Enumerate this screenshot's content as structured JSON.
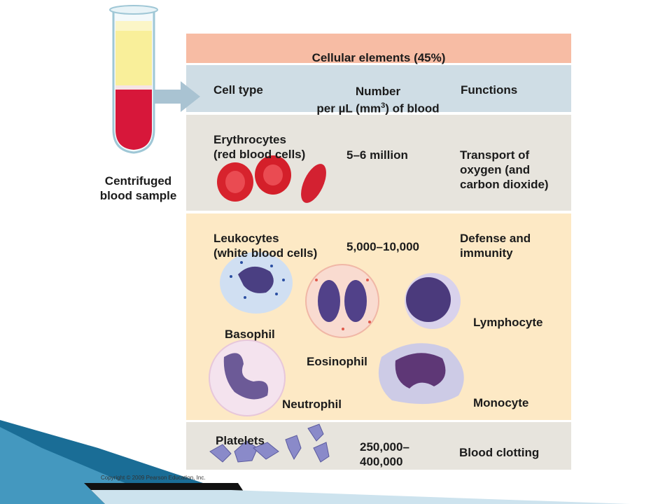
{
  "tube": {
    "label": "Centrifuged blood sample"
  },
  "table": {
    "title": "Cellular elements (45%)",
    "col_cell_type": "Cell type",
    "col_number_line1": "Number",
    "col_number_line2": "per µL (mm",
    "col_number_sup": "3",
    "col_number_line2_end": ") of blood",
    "col_functions": "Functions"
  },
  "erythrocytes": {
    "name_line1": "Erythrocytes",
    "name_line2": "(red blood cells)",
    "number": "5–6 million",
    "function_line1": "Transport of",
    "function_line2": "oxygen (and",
    "function_line3": "carbon dioxide)"
  },
  "leukocytes": {
    "name_line1": "Leukocytes",
    "name_line2": "(white blood cells)",
    "number": "5,000–10,000",
    "function_line1": "Defense and",
    "function_line2": "immunity",
    "types": {
      "basophil": "Basophil",
      "eosinophil": "Eosinophil",
      "neutrophil": "Neutrophil",
      "lymphocyte": "Lymphocyte",
      "monocyte": "Monocyte"
    }
  },
  "platelets": {
    "name": "Platelets",
    "number_line1": "250,000–",
    "number_line2": "400,000",
    "function": "Blood clotting"
  },
  "copyright": "Copyright © 2009 Pearson Education, Inc."
}
